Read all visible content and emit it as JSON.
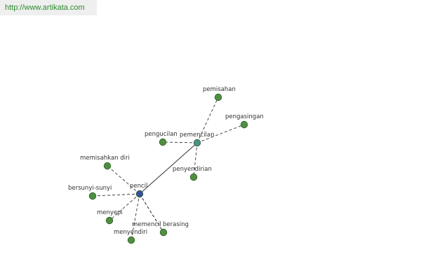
{
  "header": {
    "url_text": "http://www.artikata.com"
  },
  "colors": {
    "leaf_fill": "#4f8f40",
    "leaf_stroke": "#2f5f28",
    "hub_fill": "#4d8f8a",
    "center_fill": "#3b4fa0",
    "edge": "#333333"
  },
  "graph": {
    "nodes": [
      {
        "id": "pencil",
        "label": "pencil",
        "kind": "center"
      },
      {
        "id": "pemencilan",
        "label": "pemencilan",
        "kind": "hub"
      },
      {
        "id": "pemisahan",
        "label": "pemisahan",
        "kind": "leaf"
      },
      {
        "id": "pengasingan",
        "label": "pengasingan",
        "kind": "leaf"
      },
      {
        "id": "pengucilan",
        "label": "pengucilan",
        "kind": "leaf"
      },
      {
        "id": "penyendirian",
        "label": "penyendirian",
        "kind": "leaf"
      },
      {
        "id": "memisahkan-diri",
        "label": "memisahkan diri",
        "kind": "leaf"
      },
      {
        "id": "bersunyi-sunyi",
        "label": "bersunyi-sunyi",
        "kind": "leaf"
      },
      {
        "id": "menyepi",
        "label": "menyepi",
        "kind": "leaf"
      },
      {
        "id": "memencil",
        "label": "memencil",
        "kind": "leaf"
      },
      {
        "id": "menyendiri",
        "label": "menyendiri",
        "kind": "leaf"
      },
      {
        "id": "berasing",
        "label": "berasing",
        "kind": "leaf"
      }
    ],
    "edges": [
      {
        "from": "pencil",
        "to": "pemencilan",
        "style": "solid"
      },
      {
        "from": "pemencilan",
        "to": "pemisahan",
        "style": "dashed"
      },
      {
        "from": "pemencilan",
        "to": "pengasingan",
        "style": "dashed"
      },
      {
        "from": "pemencilan",
        "to": "pengucilan",
        "style": "dashed"
      },
      {
        "from": "pemencilan",
        "to": "penyendirian",
        "style": "dashed"
      },
      {
        "from": "pencil",
        "to": "memisahkan-diri",
        "style": "dashed"
      },
      {
        "from": "pencil",
        "to": "bersunyi-sunyi",
        "style": "dashed"
      },
      {
        "from": "pencil",
        "to": "menyepi",
        "style": "dashed"
      },
      {
        "from": "pencil",
        "to": "memencil",
        "style": "dashed"
      },
      {
        "from": "pencil",
        "to": "menyendiri",
        "style": "dashed"
      },
      {
        "from": "pencil",
        "to": "berasing",
        "style": "dashed"
      }
    ]
  }
}
